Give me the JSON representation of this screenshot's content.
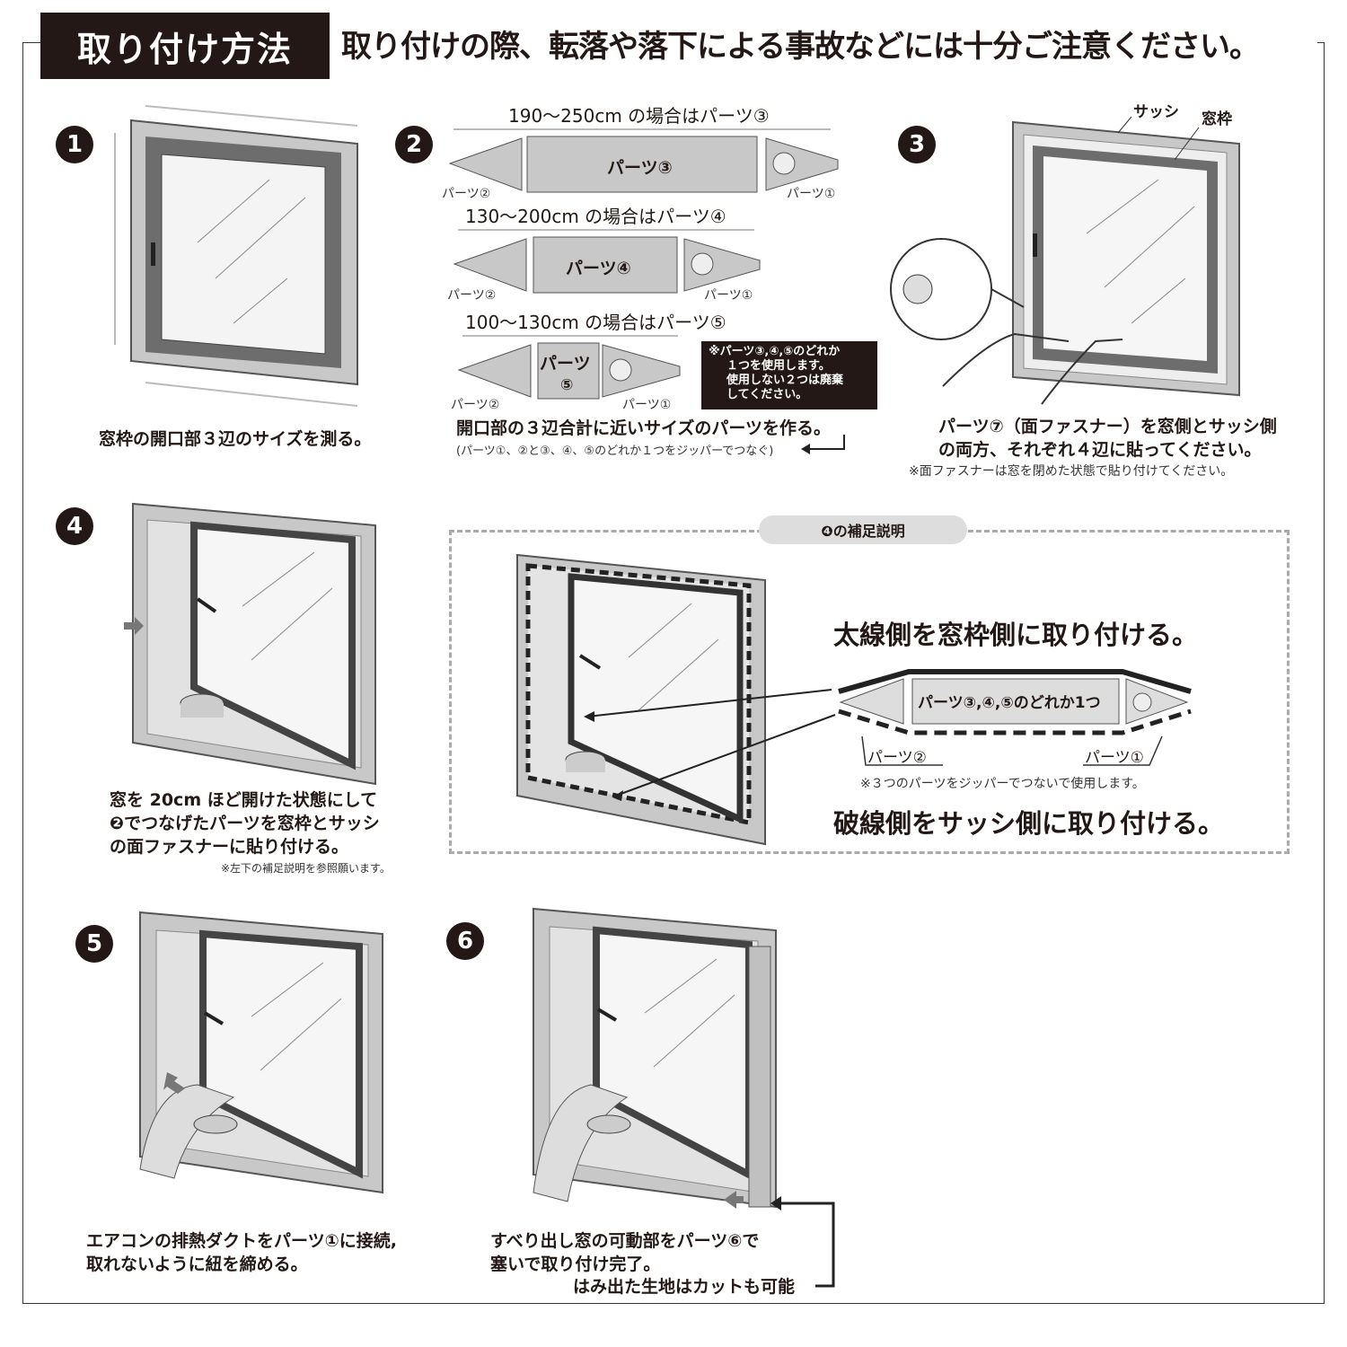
{
  "header": {
    "title": "取り付け方法",
    "warning": "取り付けの際、転落や落下による事故などには十分ご注意ください。"
  },
  "steps": {
    "s1": {
      "num": "1",
      "caption": "窓枠の開口部３辺のサイズを測る。"
    },
    "s2": {
      "num": "2",
      "size1": "190〜250cm の場合はパーツ③",
      "size2": "130〜200cm の場合はパーツ④",
      "size3": "100〜130cm の場合はパーツ⑤",
      "part3": "パーツ③",
      "part4": "パーツ④",
      "part5a": "パーツ",
      "part5b": "⑤",
      "part1": "パーツ①",
      "part2": "パーツ②",
      "note_l1": "※パーツ③,④,⑤のどれか",
      "note_l2": "１つを使用します。",
      "note_l3": "使用しない２つは廃棄",
      "note_l4": "してください。",
      "caption": "開口部の３辺合計に近いサイズのパーツを作る。",
      "sub": "(パーツ①、②と③、④、⑤のどれか１つをジッパーでつなぐ)"
    },
    "s3": {
      "num": "3",
      "label_sash": "サッシ",
      "label_frame": "窓枠",
      "caption_l1": "パーツ⑦（面ファスナー）を窓側とサッシ側",
      "caption_l2": "の両方、それぞれ４辺に貼ってください。",
      "note": "※面ファスナーは窓を閉めた状態で貼り付けてください。"
    },
    "s4": {
      "num": "4",
      "caption_l1": "窓を 20cm ほど開けた状態にして",
      "caption_l2": "❷でつなげたパーツを窓枠とサッシ",
      "caption_l3": "の面ファスナーに貼り付ける。",
      "note": "※左下の補足説明を参照願います。"
    },
    "supp": {
      "pill": "❹の補足説明",
      "thick": "太線側を窓枠側に取り付ける。",
      "parts_mid": "パーツ③,④,⑤のどれか1つ",
      "part2": "パーツ②",
      "part1": "パーツ①",
      "note": "※３つのパーツをジッパーでつないで使用します。",
      "dashed": "破線側をサッシ側に取り付ける。"
    },
    "s5": {
      "num": "5",
      "caption_l1": "エアコンの排熱ダクトをパーツ①に接続,",
      "caption_l2": "取れないように紐を締める。"
    },
    "s6": {
      "num": "6",
      "caption_l1": "すべり出し窓の可動部をパーツ⑥で",
      "caption_l2": "塞いで取り付け完了。",
      "cut": "はみ出た生地はカットも可能"
    }
  }
}
